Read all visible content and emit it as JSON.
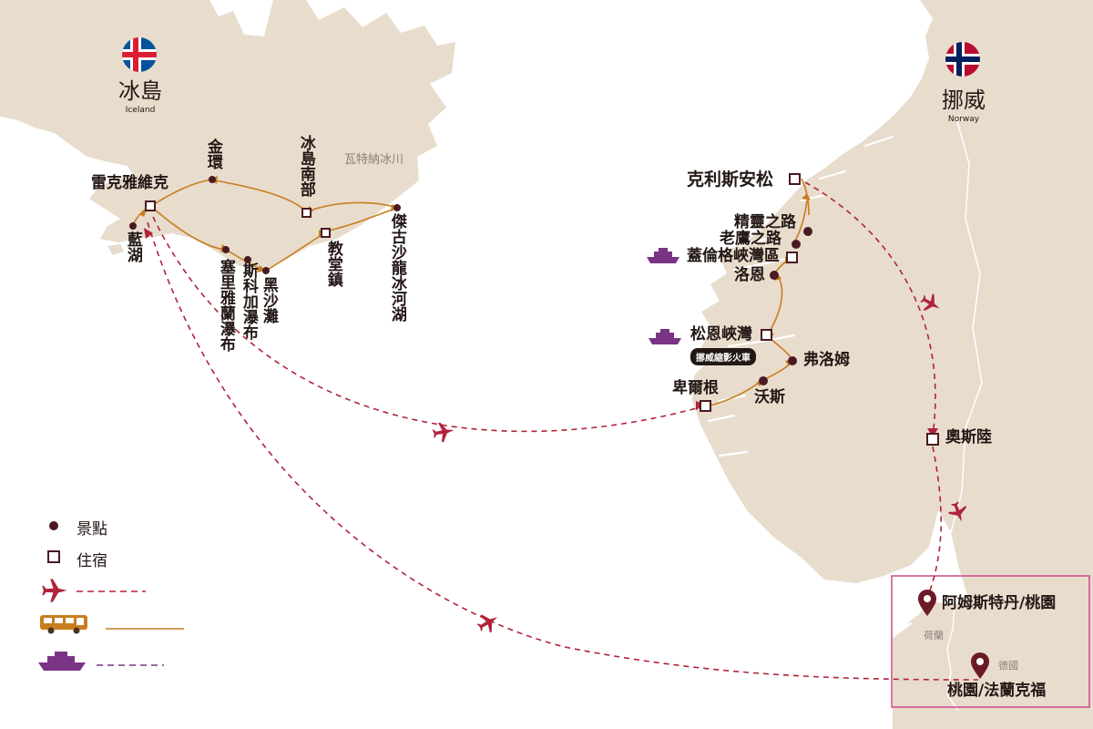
{
  "countries": {
    "iceland": {
      "zh": "冰島",
      "en": "Iceland"
    },
    "norway": {
      "zh": "挪威",
      "en": "Norway"
    }
  },
  "regions": {
    "vatnajokull": "瓦特納冰川",
    "netherlands": "荷蘭",
    "germany": "德國"
  },
  "places": {
    "reykjavik": "雷克雅維克",
    "golden_circle": "金環",
    "south_iceland": "冰島南部",
    "blue_lagoon": "藍湖",
    "seljalandsfoss": "塞里雅蘭瀑布",
    "skogafoss": "斯科加瀑布",
    "black_beach": "黑沙灘",
    "church_town": "教堂鎮",
    "jokulsarlon": "傑古沙龍冰河湖",
    "kristiansund": "克利斯安松",
    "trollstigen": "精靈之路",
    "eagle_road": "老鷹之路",
    "geiranger": "蓋倫格峽灣區",
    "loen": "洛恩",
    "sognefjord": "松恩峽灣",
    "flam_railway": "挪威縮影火車",
    "flam": "弗洛姆",
    "voss": "沃斯",
    "bergen": "卑爾根",
    "oslo": "奧斯陸",
    "amsterdam": "阿姆斯特丹/桃園",
    "frankfurt": "桃園/法蘭克福"
  },
  "legend": {
    "attraction": "景點",
    "accommodation": "住宿"
  },
  "colors": {
    "land": "#e8dccd",
    "coast_line": "#ffffff",
    "flight_route": "#b0233a",
    "bus_route": "#c87d1e",
    "ship_route": "#7a3486",
    "point_attraction": "#4a1a22",
    "point_stay": "#4a1a22",
    "frame": "#c9488a",
    "iceland_flag_blue": "#02529c",
    "iceland_flag_red": "#dc1e35",
    "norway_flag_red": "#ba0c2f",
    "norway_flag_blue": "#00205b"
  },
  "icons": [
    "airplane-icon",
    "bus-icon",
    "ship-icon",
    "flag-icon",
    "pin-icon"
  ]
}
